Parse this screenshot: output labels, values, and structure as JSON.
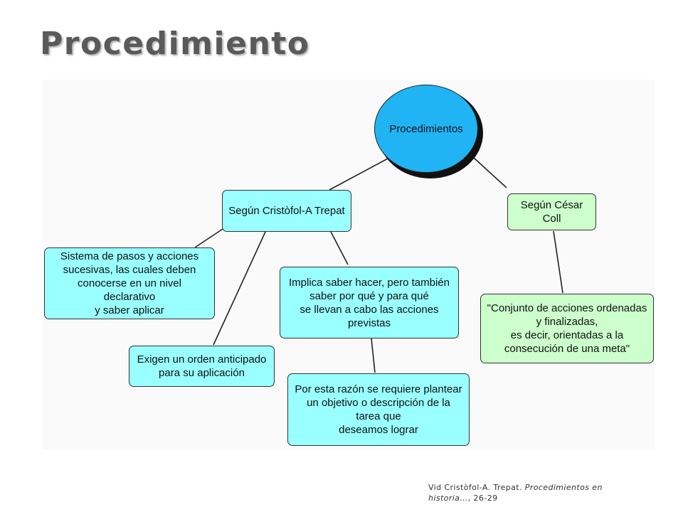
{
  "slide": {
    "title": "Procedimiento"
  },
  "diagram": {
    "root": "Procedimientos",
    "trepat": {
      "label": "Según Cristòfol-A Trepat",
      "sistema": "Sistema de pasos y acciones\nsucesivas, las cuales deben\nconocerse en un nivel declarativo\ny saber aplicar",
      "orden": "Exigen un orden  anticipado\npara su aplicación",
      "implica": "Implica saber hacer, pero también\nsaber por qué y para qué\nse llevan a cabo las acciones\nprevistas",
      "razon": "Por esta razón se requiere plantear\nun objetivo o descripción de la\ntarea que\ndeseamos lograr"
    },
    "coll": {
      "label": "Según César Coll",
      "definicion": "\"Conjunto de acciones ordenadas\ny finalizadas,\nes decir, orientadas a la\nconsecución de una meta\""
    }
  },
  "citation": {
    "prefix": "Vid  Cristòfol-A. Trepat. ",
    "title_italic": "Procedimientos en historia…",
    "suffix": ", 26-29"
  },
  "colors": {
    "root_fill": "#20b4f4",
    "cyan_node": "#99ffff",
    "green_node": "#ccffcc",
    "title_text": "#5a5a5a"
  }
}
